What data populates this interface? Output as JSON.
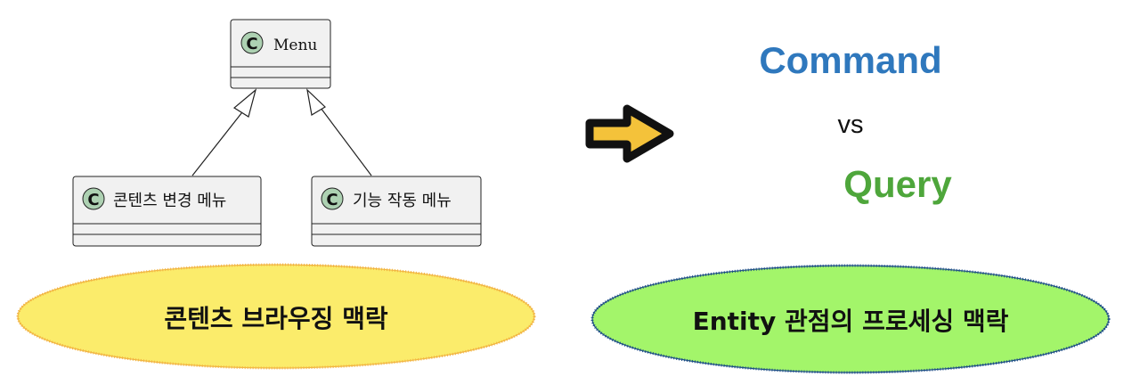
{
  "uml": {
    "badge_letter": "C",
    "parent_class": "Menu",
    "child_left": "콘텐츠 변경 메뉴",
    "child_right": "기능 작동 메뉴"
  },
  "cqrs": {
    "command": "Command",
    "vs": "vs",
    "query": "Query"
  },
  "contexts": {
    "left": "콘텐츠 브라우징 맥락",
    "right": "Entity 관점의 프로세싱 맥락"
  },
  "colors": {
    "class_fill": "#f1f1f1",
    "badge_fill": "#add1b2",
    "arrow_fill": "#f4c23a",
    "command": "#2f78bd",
    "query": "#4ea63b",
    "left_ellipse_fill": "#fbec6b",
    "left_ellipse_stroke": "#f2b542",
    "right_ellipse_fill": "#a3f56a",
    "right_ellipse_stroke": "#1f4f86"
  }
}
